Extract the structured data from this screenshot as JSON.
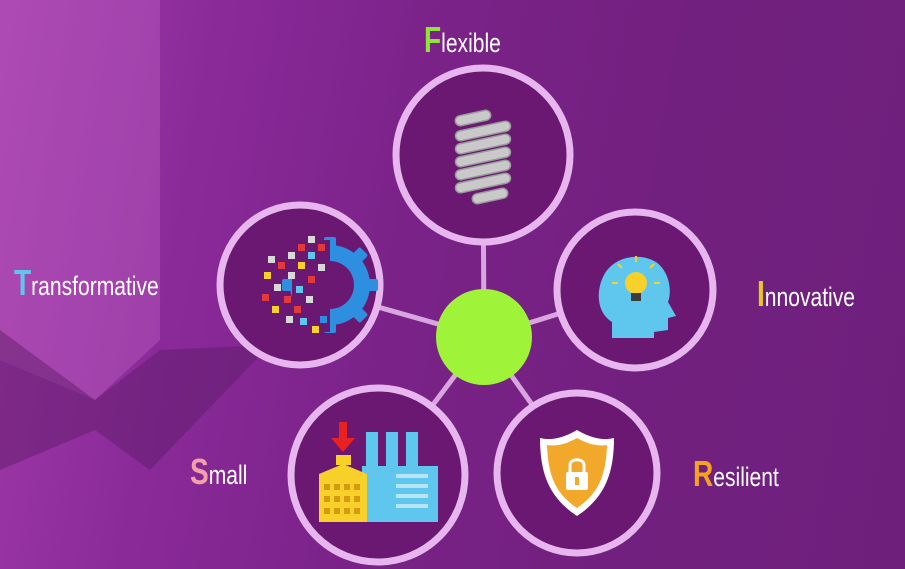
{
  "items": [
    {
      "id": "flexible",
      "initial": "F",
      "rest": "lexible",
      "initial_color": "#8fe33a",
      "icon": "spring-icon"
    },
    {
      "id": "innovative",
      "initial": "I",
      "rest": "nnovative",
      "initial_color": "#e6c81e",
      "icon": "idea-head-icon"
    },
    {
      "id": "resilient",
      "initial": "R",
      "rest": "esilient",
      "initial_color": "#f5a21e",
      "icon": "shield-lock-icon"
    },
    {
      "id": "small",
      "initial": "S",
      "rest": "mall",
      "initial_color": "#f3a0a8",
      "icon": "factory-icon"
    },
    {
      "id": "transformative",
      "initial": "T",
      "rest": "ransformative",
      "initial_color": "#5fc6ee",
      "icon": "gear-pixels-icon"
    }
  ],
  "colors": {
    "hub": "#9ff43a",
    "circle_fill": "#6a1872",
    "circle_ring": "#e7b6ef",
    "connector": "#d7a6df"
  }
}
